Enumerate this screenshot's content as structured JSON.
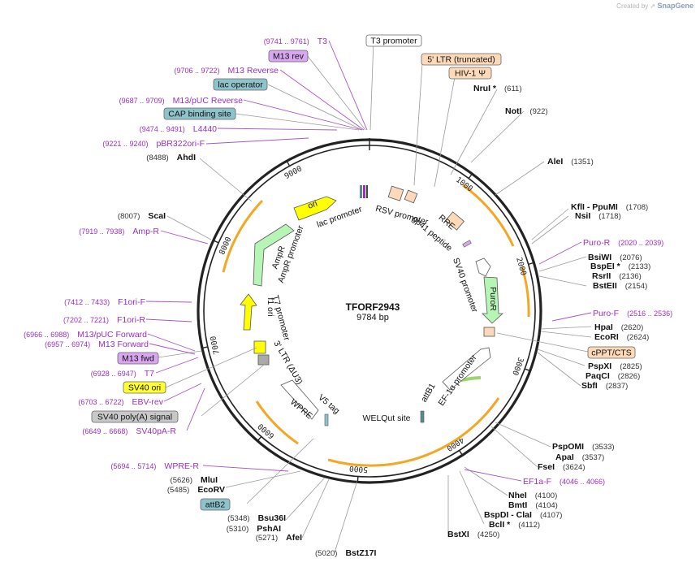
{
  "credit": {
    "prefix": "Created by",
    "brand": "SnapGene"
  },
  "plasmid": {
    "name": "TFORF2943",
    "length_label": "9784 bp",
    "length": 9784
  },
  "ticks": [
    "1000",
    "2000",
    "3000",
    "4000",
    "5000",
    "6000",
    "7000",
    "8000",
    "9000"
  ],
  "sites": [
    {
      "name": "NruI *",
      "pos": "(611)"
    },
    {
      "name": "NotI",
      "pos": "(922)"
    },
    {
      "name": "AleI",
      "pos": "(1351)"
    },
    {
      "name": "KflI  -  PpuMI",
      "pos": "(1708)"
    },
    {
      "name": "NsiI",
      "pos": "(1718)"
    },
    {
      "name": "BsiWI",
      "pos": "(2076)"
    },
    {
      "name": "BspEI *",
      "pos": "(2133)"
    },
    {
      "name": "RsrII",
      "pos": "(2136)"
    },
    {
      "name": "BstEII",
      "pos": "(2154)"
    },
    {
      "name": "HpaI",
      "pos": "(2620)"
    },
    {
      "name": "EcoRI",
      "pos": "(2624)"
    },
    {
      "name": "PspXI",
      "pos": "(2825)"
    },
    {
      "name": "PaqCI",
      "pos": "(2826)"
    },
    {
      "name": "SbfI",
      "pos": "(2837)"
    },
    {
      "name": "PspOMI",
      "pos": "(3533)"
    },
    {
      "name": "ApaI",
      "pos": "(3537)"
    },
    {
      "name": "FseI",
      "pos": "(3624)"
    },
    {
      "name": "NheI",
      "pos": "(4100)"
    },
    {
      "name": "BmtI",
      "pos": "(4104)"
    },
    {
      "name": "BspDI  -  ClaI",
      "pos": "(4107)"
    },
    {
      "name": "BclI *",
      "pos": "(4112)"
    },
    {
      "name": "BstXI",
      "pos": "(4250)"
    },
    {
      "name": "BstZ17I",
      "pos": "(5020)"
    },
    {
      "name": "AfeI",
      "pos": "(5271)"
    },
    {
      "name": "PshAI",
      "pos": "(5310)"
    },
    {
      "name": "Bsu36I",
      "pos": "(5348)"
    },
    {
      "name": "EcoRV",
      "pos": "(5485)"
    },
    {
      "name": "MluI",
      "pos": "(5626)"
    },
    {
      "name": "ScaI",
      "pos": "(8007)"
    },
    {
      "name": "AhdI",
      "pos": "(8488)"
    }
  ],
  "primers": [
    {
      "name": "T3",
      "pos": "(9741 .. 9761)"
    },
    {
      "name": "M13 Reverse",
      "pos": "(9706 .. 9722)"
    },
    {
      "name": "M13/pUC Reverse",
      "pos": "(9687 .. 9709)"
    },
    {
      "name": "L4440",
      "pos": "(9474 .. 9491)"
    },
    {
      "name": "pBR322ori-F",
      "pos": "(9221 .. 9240)"
    },
    {
      "name": "Amp-R",
      "pos": "(7919 .. 7938)"
    },
    {
      "name": "F1ori-F",
      "pos": "(7412 .. 7433)"
    },
    {
      "name": "F1ori-R",
      "pos": "(7202 .. 7221)"
    },
    {
      "name": "M13/pUC Forward",
      "pos": "(6966 .. 6988)"
    },
    {
      "name": "M13 Forward",
      "pos": "(6957 .. 6974)"
    },
    {
      "name": "T7",
      "pos": "(6928 .. 6947)"
    },
    {
      "name": "EBV-rev",
      "pos": "(6703 .. 6722)"
    },
    {
      "name": "SV40pA-R",
      "pos": "(6649 .. 6668)"
    },
    {
      "name": "WPRE-R",
      "pos": "(5694 .. 5714)"
    },
    {
      "name": "Puro-R",
      "pos": "(2020 .. 2039)"
    },
    {
      "name": "Puro-F",
      "pos": "(2516 .. 2536)"
    },
    {
      "name": "EF1a-F",
      "pos": "(4046 .. 4066)"
    }
  ],
  "boxed_features": [
    {
      "label": "M13 rev",
      "fill": "#d9a6f0"
    },
    {
      "label": "lac operator",
      "fill": "#8fc3cc"
    },
    {
      "label": "CAP binding site",
      "fill": "#8fc3cc"
    },
    {
      "label": "T3 promoter",
      "fill": "#ffffff"
    },
    {
      "label": "5' LTR (truncated)",
      "fill": "#fbd9b9"
    },
    {
      "label": "HIV-1 Ψ",
      "fill": "#fbd9b9"
    },
    {
      "label": "cPPT/CTS",
      "fill": "#fbd9b9"
    },
    {
      "label": "M13 fwd",
      "fill": "#d9a6f0"
    },
    {
      "label": "SV40 ori",
      "fill": "#ffff33"
    },
    {
      "label": "SV40 poly(A) signal",
      "fill": "#c8c8c8"
    },
    {
      "label": "attB2",
      "fill": "#8fc3cc"
    }
  ],
  "inner_features": [
    {
      "label": "ori",
      "fill": "#ffff00"
    },
    {
      "label": "lac promoter"
    },
    {
      "label": "RSV promoter"
    },
    {
      "label": "RRE"
    },
    {
      "label": "gp41 peptide"
    },
    {
      "label": "SV40 promoter"
    },
    {
      "label": "PuroR",
      "fill": "#b7f5b7"
    },
    {
      "label": "EF-1α promoter"
    },
    {
      "label": "attB1"
    },
    {
      "label": "WELQut site"
    },
    {
      "label": "V5 tag"
    },
    {
      "label": "WPRE"
    },
    {
      "label": "3' LTR (ΔU3)"
    },
    {
      "label": "T7 promoter"
    },
    {
      "label": "f1 ori",
      "fill": "#ffff00"
    },
    {
      "label": "AmpR promoter"
    },
    {
      "label": "AmpR",
      "fill": "#b7f5b7"
    }
  ],
  "colors": {
    "orf_arrow": "#f5a623",
    "orf_fill": "#ffd9a0",
    "backbone": "#222222",
    "primer": "#9a2fc7"
  }
}
